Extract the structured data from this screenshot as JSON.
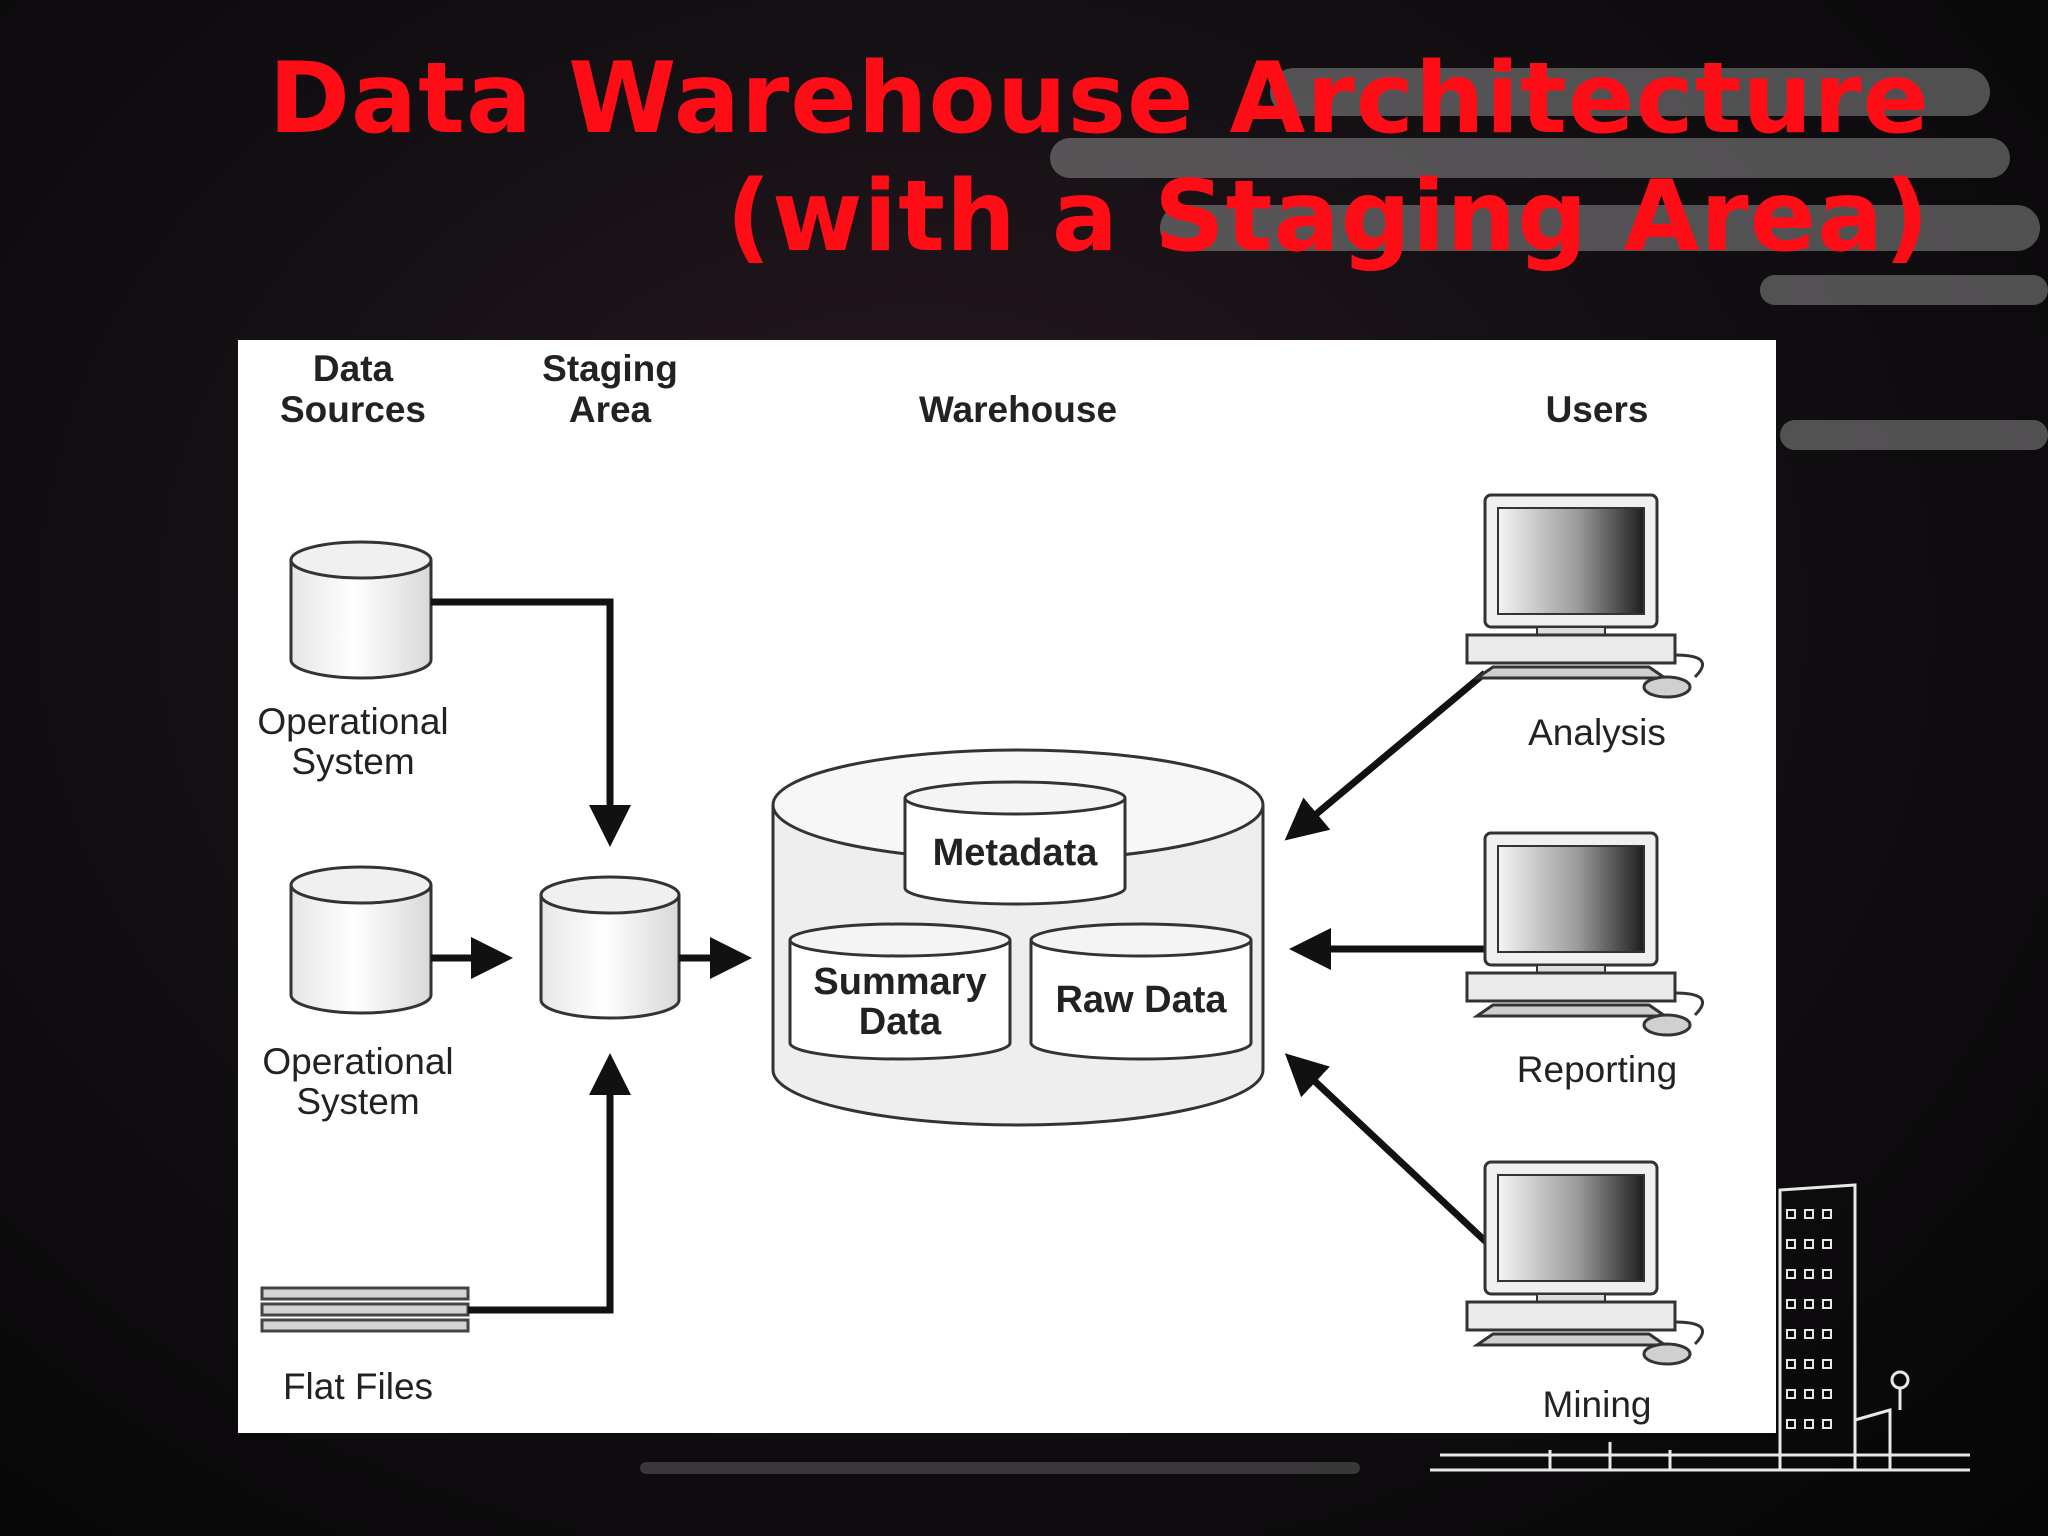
{
  "title": {
    "line1": "Data Warehouse Architecture",
    "line2": "(with a Staging Area)"
  },
  "columns": {
    "data_sources": [
      "Data",
      "Sources"
    ],
    "staging_area": [
      "Staging",
      "Area"
    ],
    "warehouse": "Warehouse",
    "users": "Users"
  },
  "sources": {
    "operational_1": [
      "Operational",
      "System"
    ],
    "operational_2": [
      "Operational",
      "System"
    ],
    "flat_files": "Flat Files"
  },
  "warehouse": {
    "metadata": "Metadata",
    "summary": [
      "Summary",
      "Data"
    ],
    "raw": "Raw Data"
  },
  "users": {
    "analysis": "Analysis",
    "reporting": "Reporting",
    "mining": "Mining"
  },
  "colors": {
    "title": "#ff0d17",
    "panel": "#ffffff",
    "ink": "#111111"
  }
}
